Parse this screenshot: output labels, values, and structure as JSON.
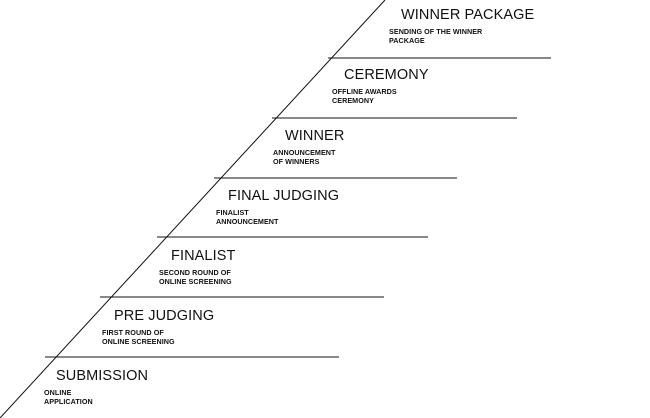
{
  "stages": [
    {
      "title": "SUBMISSION",
      "description": "ONLINE\nAPPLICATION"
    },
    {
      "title": "PRE JUDGING",
      "description": "FIRST ROUND OF\nONLINE SCREENING"
    },
    {
      "title": "FINALIST",
      "description": "SECOND ROUND OF\nONLINE SCREENING"
    },
    {
      "title": "FINAL JUDGING",
      "description": "FINALIST\nANNOUNCEMENT"
    },
    {
      "title": "WINNER",
      "description": "ANNOUNCEMENT\nOF WINNERS"
    },
    {
      "title": "CEREMONY",
      "description": "OFFLINE AWARDS\nCEREMONY"
    },
    {
      "title": "WINNER PACKAGE",
      "description": "SENDING OF THE WINNER\nPACKAGE"
    }
  ],
  "colors": {
    "line": "#111111",
    "text": "#111111",
    "background": "#ffffff"
  }
}
